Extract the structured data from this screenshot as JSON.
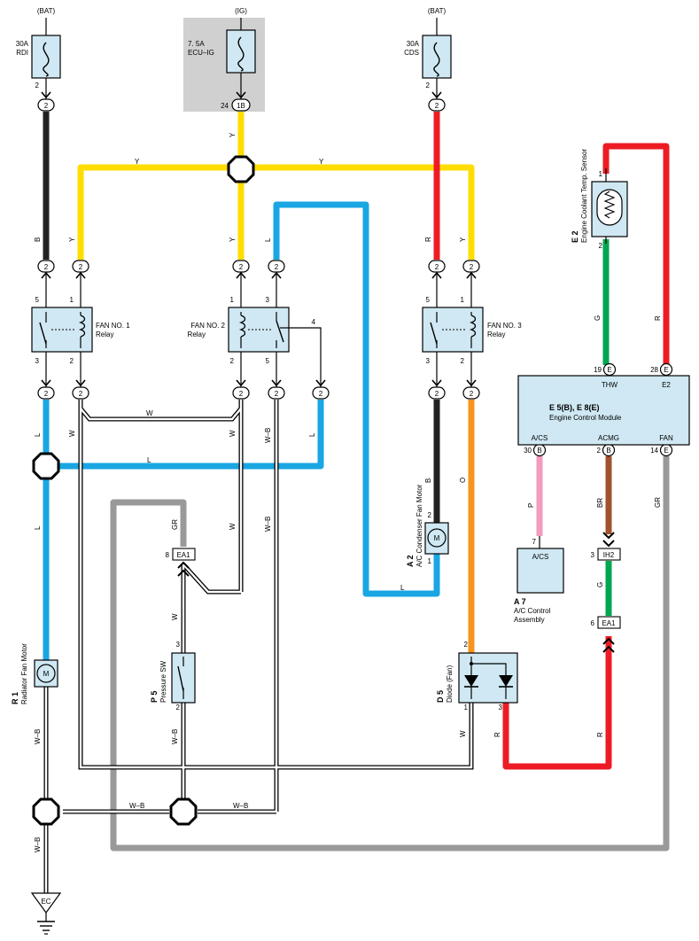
{
  "colors": {
    "black": "#222222",
    "yellow": "#ffdd00",
    "red": "#ed1c24",
    "blue": "#19a6e3",
    "orange": "#f7941d",
    "green": "#00a650",
    "pink": "#f49ac1",
    "brown": "#a0522d",
    "gray": "#999999",
    "white_wire": "#ffffff",
    "component_fill": "#cfe8f3",
    "fuse_box_shade": "#d0d0d0"
  },
  "fuses": {
    "rdi": {
      "source": "(BAT)",
      "rating": "30A",
      "name": "RDI",
      "pin": "2"
    },
    "ecu_ig": {
      "source": "(IG)",
      "rating": "7. 5A",
      "name": "ECU–IG",
      "pin": "24",
      "connector": "1B"
    },
    "cds": {
      "source": "(BAT)",
      "rating": "30A",
      "name": "CDS",
      "pin": "2"
    }
  },
  "relays": {
    "fan1": {
      "line1": "FAN NO. 1",
      "line2": "Relay",
      "pins": [
        "5",
        "1",
        "3",
        "2"
      ]
    },
    "fan2": {
      "line1": "FAN NO. 2",
      "line2": "Relay",
      "pins": [
        "1",
        "3",
        "4",
        "2",
        "5"
      ]
    },
    "fan3": {
      "line1": "FAN NO. 3",
      "line2": "Relay",
      "pins": [
        "5",
        "1",
        "3",
        "2"
      ]
    }
  },
  "connector_pin": "2",
  "wire_codes": {
    "b": "B",
    "y": "Y",
    "l": "L",
    "r": "R",
    "w": "W",
    "wb": "W–B",
    "o": "O",
    "gr": "GR",
    "p": "P",
    "br": "BR",
    "g": "G"
  },
  "sensor": {
    "code": "E 2",
    "name": "Engine Coolant Temp.  Sensor",
    "pin1": "1",
    "pin2": "2"
  },
  "ecm": {
    "code": "E 5(B), E 8(E)",
    "name": "Engine Control Module",
    "pins_top": [
      {
        "num": "19",
        "conn": "E",
        "label": "THW"
      },
      {
        "num": "28",
        "conn": "E",
        "label": "E2"
      }
    ],
    "pins_bottom": [
      {
        "num": "30",
        "conn": "B",
        "label": "A/CS"
      },
      {
        "num": "2",
        "conn": "B",
        "label": "ACMG"
      },
      {
        "num": "14",
        "conn": "E",
        "label": "FAN"
      }
    ]
  },
  "ac_motor": {
    "code": "A 2",
    "name": "A/C Condenser Fan Motor",
    "symbol": "M",
    "pin_top": "2",
    "pin_bot": "1"
  },
  "rad_motor": {
    "code": "R 1",
    "name": "Radiator Fan Motor",
    "symbol": "M"
  },
  "pressure_sw": {
    "code": "P 5",
    "name": "Pressure SW",
    "pin_top": "3",
    "pin_bot": "2"
  },
  "diode": {
    "code": "D 5",
    "name": "Diode (Fan)",
    "pin_in": "2",
    "pin_a": "1",
    "pin_b": "3"
  },
  "ac_control": {
    "code": "A 7",
    "name_line1": "A/C Control",
    "name_line2": "Assembly",
    "pin_label": "A/CS",
    "pin": "7"
  },
  "connectors": {
    "ea1_left": {
      "name": "EA1",
      "pin": "8"
    },
    "ih2": {
      "name": "IH2",
      "pin": "3"
    },
    "ea1_right": {
      "name": "EA1",
      "pin": "6"
    }
  },
  "ground": {
    "label": "EC"
  }
}
